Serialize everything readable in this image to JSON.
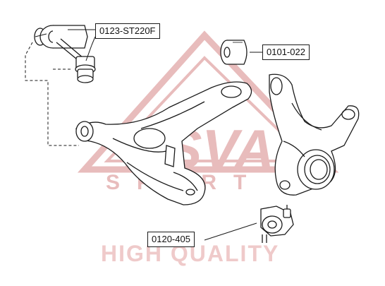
{
  "watermark": {
    "brand_text": "ASVA",
    "sub_text": "SPORT",
    "tagline": "HIGH QUALITY",
    "color": "#e8bcbc"
  },
  "callouts": [
    {
      "id": "stabilizer-link-bushing",
      "label": "0123-ST220F"
    },
    {
      "id": "arm-bushing",
      "label": "0101-022"
    },
    {
      "id": "ball-joint",
      "label": "0120-405"
    }
  ],
  "line_color": "#1a1a1a"
}
